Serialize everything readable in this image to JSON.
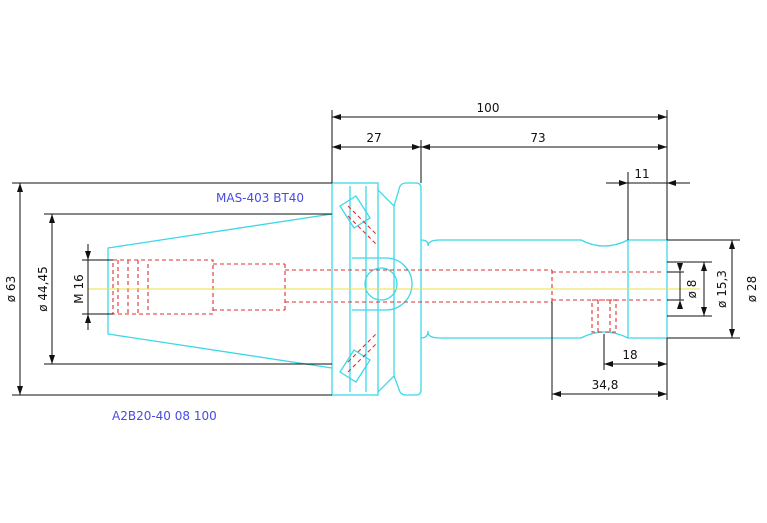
{
  "labels": {
    "holder_spec": "MAS-403 BT40",
    "part_code": "A2B20-40 08 100"
  },
  "dimensions": {
    "overall_length": "100",
    "flange_length": "27",
    "shank_length": "73",
    "nose_length": "11",
    "screw_offset": "18",
    "bore_depth": "34,8",
    "dia_63": "ø 63",
    "dia_44": "ø 44,45",
    "thread": "M 16",
    "dia_8": "ø 8",
    "dia_15": "ø 15,3",
    "dia_28": "ø 28"
  },
  "colors": {
    "outline": "#3cd8e8",
    "hidden": "#e03030",
    "centerline": "#e8e040",
    "dimension": "#111111",
    "label": "#4a4ae8"
  }
}
